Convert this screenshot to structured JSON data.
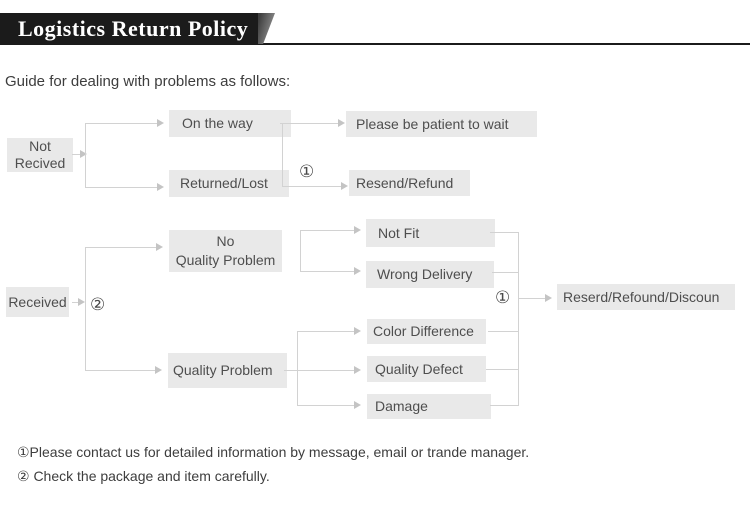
{
  "header": {
    "title": "Logistics Return Policy"
  },
  "intro": "Guide for dealing with problems as follows:",
  "boxes": {
    "not_received_line1": "Not",
    "not_received_line2": "Recived",
    "on_the_way": "On the way",
    "returned_lost": "Returned/Lost",
    "please_wait": "Please be patient to wait",
    "resend_refund": "Resend/Refund",
    "received": "Received",
    "no_quality_line1": "No",
    "no_quality_line2": "Quality Problem",
    "quality_problem": "Quality Problem",
    "not_fit": "Not Fit",
    "wrong_delivery": "Wrong Delivery",
    "color_difference": "Color Difference",
    "quality_defect": "Quality Defect",
    "damage": "Damage",
    "outcome": "Reserd/Refound/Discoun"
  },
  "markers": {
    "note1": "①",
    "note2": "②"
  },
  "footnotes": [
    "①Please contact us for detailed information by message, email or trande manager.",
    "② Check the package and item carefully."
  ],
  "colors": {
    "banner": "#1b1b1b",
    "box_fill": "#e9e9e9",
    "box_text": "#4e4e4e",
    "connector": "#d2d2d2"
  }
}
